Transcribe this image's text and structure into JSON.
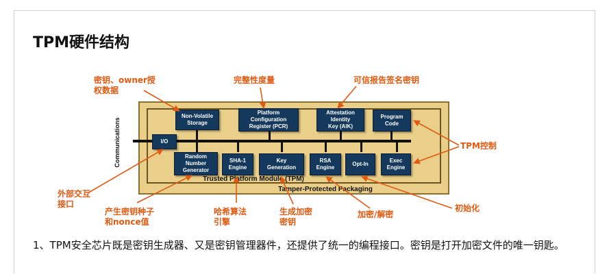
{
  "slide": {
    "title": "TPM硬件结构",
    "body_text": "1、TPM安全芯片既是密钥生成器、又是密钥管理器件，还提供了统一的编程接口。密钥是打开加密文件的唯一钥匙。"
  },
  "diagram": {
    "bus_label": "Communications",
    "inner_label": "Trusted Platform Module (TPM)",
    "outer_label": "Tamper-Protected Packaging",
    "io_label": "I/O",
    "top_blocks": [
      {
        "label": "Non-Volatile\nStorage"
      },
      {
        "label": "Platform\nConfiguration\nRegister (PCR)"
      },
      {
        "label": "Attestation\nIdentity\nKey (AIK)"
      },
      {
        "label": "Program\nCode"
      }
    ],
    "bottom_blocks": [
      {
        "label": "Random\nNumber\nGenerator"
      },
      {
        "label": "SHA-1\nEngine"
      },
      {
        "label": "Key\nGeneration"
      },
      {
        "label": "RSA\nEngine"
      },
      {
        "label": "Opt-In"
      },
      {
        "label": "Exec\nEngine"
      }
    ],
    "annotations": {
      "key_owner_data": "密钥、owner授\n权数据",
      "integrity_metric": "完整性度量",
      "trusted_report_key": "可信报告签名密钥",
      "tpm_control": "TPM控制",
      "external_interface": "外部交互\n接口",
      "key_seed_nonce": "产生密钥种子\n和nonce值",
      "hash_engine": "哈希算法\n引擎",
      "key_generation": "生成加密\n密钥",
      "encrypt_decrypt": "加密/解密",
      "initialize": "初始化"
    },
    "colors": {
      "block_fill": "#14395c",
      "packaging_fill": "#e9cf8a",
      "annotation": "#e05a12"
    }
  }
}
